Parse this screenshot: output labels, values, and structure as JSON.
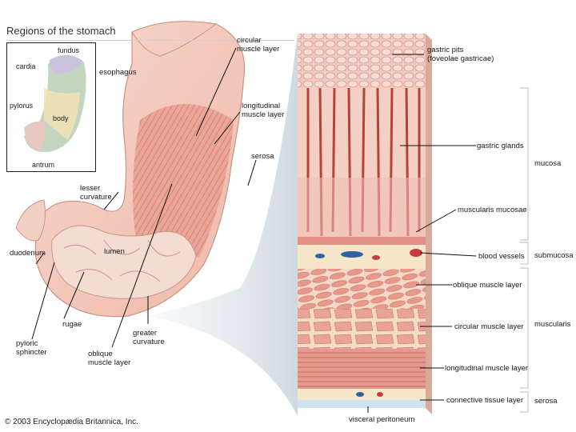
{
  "title": "Regions of the stomach",
  "copyright": "© 2003 Encyclopædia Britannica, Inc.",
  "inset_labels": {
    "fundus": "fundus",
    "cardia": "cardia",
    "pylorus": "pylorus",
    "body": "body",
    "antrum": "antrum"
  },
  "stomach_labels": {
    "esophagus": "esophagus",
    "circular_muscle_layer": "circular\nmuscle layer",
    "longitudinal_muscle_layer": "longitudinal\nmuscle layer",
    "serosa": "serosa",
    "lesser_curvature": "lesser\ncurvature",
    "duodenum": "duodenum",
    "lumen": "lumen",
    "rugae": "rugae",
    "pyloric_sphincter": "pyloric\nsphincter",
    "oblique_muscle_layer": "oblique\nmuscle layer",
    "greater_curvature": "greater\ncurvature"
  },
  "wall_labels": {
    "gastric_pits": "gastric pits\n(foveolae gastricae)",
    "gastric_glands": "gastric glands",
    "muscularis_mucosae": "muscularis mucosae",
    "blood_vessels": "blood vessels",
    "oblique_muscle_layer": "oblique muscle layer",
    "circular_muscle_layer": "circular muscle layer",
    "longitudinal_muscle_layer": "longitudinal muscle layer",
    "connective_tissue_layer": "connective tissue layer",
    "visceral_peritoneum": "visceral peritoneum"
  },
  "layer_labels": {
    "mucosa": "mucosa",
    "submucosa": "submucosa",
    "muscularis": "muscularis",
    "serosa": "serosa"
  },
  "colors": {
    "mucosa": "#e9b8ae",
    "muscle": "#e7a195",
    "muscle_dark": "#c9685c",
    "submucosa": "#f6e6c9",
    "blood_red": "#c63b3b",
    "blood_blue": "#2f5fa5",
    "serosa_blue": "#cfe3ee"
  }
}
